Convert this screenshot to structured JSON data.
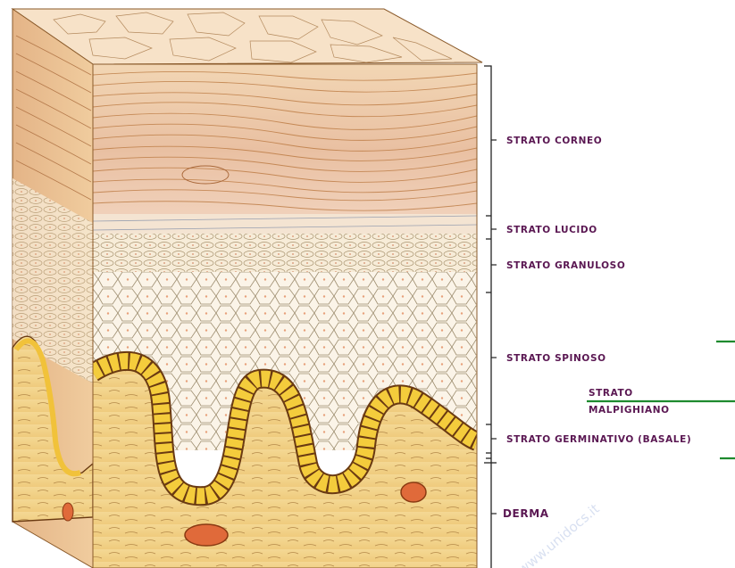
{
  "labels": {
    "corneo": "STRATO CORNEO",
    "lucido": "STRATO LUCIDO",
    "granuloso": "STRATO GRANULOSO",
    "spinoso": "STRATO SPINOSO",
    "germinativo": "STRATO GERMINATIVO (BASALE)",
    "derma": "DERMA",
    "malpighiano_1": "STRATO",
    "malpighiano_2": "MALPIGHIANO"
  },
  "watermark": "www.unidocs.it",
  "colors": {
    "label_text": "#5a1752",
    "bracket": "#222222",
    "malpighian_line": "#1e8a2e",
    "corneum_base": "#e8c49a",
    "corneum_stripe": "#b8743a",
    "cell_fill": "#fbf3e6",
    "cell_line": "#9a8a6a",
    "basal_yellow": "#f4cc3c",
    "basal_dark": "#6a3a12",
    "dermis": "#f0d089",
    "vessel": "#e06a3a"
  }
}
